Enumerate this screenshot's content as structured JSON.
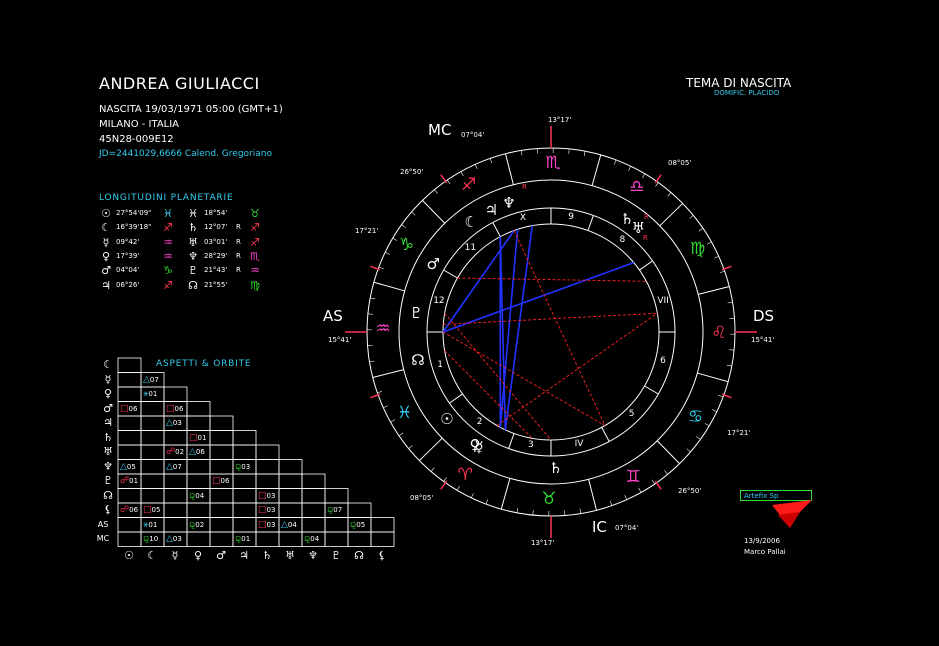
{
  "header": {
    "name": "ANDREA GIULIACCI",
    "birth": "NASCITA 19/03/1971 05:00 (GMT+1)",
    "place": "MILANO - ITALIA",
    "coords": "45N28-009E12",
    "jd": "JD=2441029,6666  Calend. Gregoriano"
  },
  "chart_header": {
    "title": "TEMA DI NASCITA",
    "house_system": "DOMIFIC. PLACIDO"
  },
  "longitudes": {
    "title": "LONGITUDINI PLANETARIE",
    "left": [
      {
        "planet": "sun-icon",
        "glyph": "☉",
        "value": "27°54'09\"",
        "sign": "♓",
        "color": "#33ccee"
      },
      {
        "planet": "moon-icon",
        "glyph": "☾",
        "value": "16°39'18\"",
        "sign": "♐",
        "color": "#ff3355"
      },
      {
        "planet": "mercury-icon",
        "glyph": "☿",
        "value": "09°42'",
        "sign": "♒",
        "color": "#ff44cc"
      },
      {
        "planet": "venus-icon",
        "glyph": "♀",
        "value": "17°39'",
        "sign": "♒",
        "color": "#ff44cc"
      },
      {
        "planet": "mars-icon",
        "glyph": "♂",
        "value": "04°04'",
        "sign": "♑",
        "color": "#33dd33"
      },
      {
        "planet": "jupiter-icon",
        "glyph": "♃",
        "value": "06°26'",
        "sign": "♐",
        "color": "#ff3355"
      }
    ],
    "right": [
      {
        "planet": "pisces-icon",
        "glyph": "♓",
        "value": "18°54'",
        "retro": "",
        "sign": "♉",
        "color": "#33dd33"
      },
      {
        "planet": "saturn-icon",
        "glyph": "♄",
        "value": "12°07'",
        "retro": "R",
        "sign": "♐",
        "color": "#ff3355"
      },
      {
        "planet": "uranus-icon",
        "glyph": "♅",
        "value": "03°01'",
        "retro": "R",
        "sign": "♐",
        "color": "#ff3355"
      },
      {
        "planet": "neptune-icon",
        "glyph": "♆",
        "value": "28°29'",
        "retro": "R",
        "sign": "♏",
        "color": "#ff44cc"
      },
      {
        "planet": "pluto-icon",
        "glyph": "♇",
        "value": "21°43'",
        "retro": "R",
        "sign": "♒",
        "color": "#ff44cc"
      },
      {
        "planet": "node-icon",
        "glyph": "☊",
        "value": "21°55'",
        "retro": "",
        "sign": "♍",
        "color": "#33dd33"
      }
    ],
    "extra_right": [
      {
        "glyph": "♊"
      },
      {
        "glyph": "☋"
      }
    ]
  },
  "aspects": {
    "title": "ASPETTI & ORBITE",
    "row_labels": [
      "☾",
      "☿",
      "♀",
      "♂",
      "♃",
      "♄",
      "♅",
      "♆",
      "♇",
      "☊",
      "⚸",
      "AS",
      "MC"
    ],
    "col_labels": [
      "☉",
      "☾",
      "☿",
      "♀",
      "♂",
      "♃",
      "♄",
      "♅",
      "♆",
      "♇",
      "☊",
      "⚸"
    ],
    "cells": [
      {
        "r": 1,
        "c": 1,
        "sym": "△",
        "orb": "07",
        "color": "#33ccee"
      },
      {
        "r": 2,
        "c": 1,
        "sym": "⚹",
        "orb": "01",
        "color": "#33ccee"
      },
      {
        "r": 3,
        "c": 0,
        "sym": "□",
        "orb": "06",
        "color": "#ff3355"
      },
      {
        "r": 3,
        "c": 2,
        "sym": "□",
        "orb": "06",
        "color": "#ff3355"
      },
      {
        "r": 4,
        "c": 2,
        "sym": "△",
        "orb": "03",
        "color": "#33ccee"
      },
      {
        "r": 5,
        "c": 3,
        "sym": "□",
        "orb": "01",
        "color": "#ff3355"
      },
      {
        "r": 6,
        "c": 2,
        "sym": "☍",
        "orb": "02",
        "color": "#ff3355"
      },
      {
        "r": 6,
        "c": 3,
        "sym": "△",
        "orb": "06",
        "color": "#33ccee"
      },
      {
        "r": 7,
        "c": 0,
        "sym": "△",
        "orb": "05",
        "color": "#33ccee"
      },
      {
        "r": 7,
        "c": 2,
        "sym": "△",
        "orb": "07",
        "color": "#33ccee"
      },
      {
        "r": 7,
        "c": 5,
        "sym": "⚼",
        "orb": "03",
        "color": "#33dd33"
      },
      {
        "r": 8,
        "c": 0,
        "sym": "☍",
        "orb": "01",
        "color": "#ff3355"
      },
      {
        "r": 8,
        "c": 4,
        "sym": "□",
        "orb": "06",
        "color": "#ff3355"
      },
      {
        "r": 9,
        "c": 3,
        "sym": "⚼",
        "orb": "04",
        "color": "#33dd33"
      },
      {
        "r": 9,
        "c": 6,
        "sym": "□",
        "orb": "03",
        "color": "#ff3355"
      },
      {
        "r": 10,
        "c": 0,
        "sym": "☍",
        "orb": "06",
        "color": "#ff3355"
      },
      {
        "r": 10,
        "c": 1,
        "sym": "□",
        "orb": "05",
        "color": "#ff3355"
      },
      {
        "r": 10,
        "c": 6,
        "sym": "□",
        "orb": "03",
        "color": "#ff3355"
      },
      {
        "r": 10,
        "c": 9,
        "sym": "⚼",
        "orb": "07",
        "color": "#33dd33"
      },
      {
        "r": 11,
        "c": 1,
        "sym": "⚹",
        "orb": "01",
        "color": "#33ccee"
      },
      {
        "r": 11,
        "c": 3,
        "sym": "⚼",
        "orb": "02",
        "color": "#33dd33"
      },
      {
        "r": 11,
        "c": 6,
        "sym": "□",
        "orb": "03",
        "color": "#ff3355"
      },
      {
        "r": 11,
        "c": 7,
        "sym": "△",
        "orb": "04",
        "color": "#33ccee"
      },
      {
        "r": 11,
        "c": 10,
        "sym": "⚼",
        "orb": "05",
        "color": "#33dd33"
      },
      {
        "r": 12,
        "c": 1,
        "sym": "⚼",
        "orb": "10",
        "color": "#33dd33"
      },
      {
        "r": 12,
        "c": 2,
        "sym": "△",
        "orb": "03",
        "color": "#33ccee"
      },
      {
        "r": 12,
        "c": 5,
        "sym": "⚼",
        "orb": "01",
        "color": "#33dd33"
      },
      {
        "r": 12,
        "c": 8,
        "sym": "⚼",
        "orb": "04",
        "color": "#33dd33"
      }
    ]
  },
  "wheel": {
    "labels": {
      "as": "AS",
      "ds": "DS",
      "mc": "MC",
      "ic": "IC"
    },
    "degrees": {
      "as": "15°41'",
      "ds": "15°41'",
      "mc_top": "13°17'",
      "ic_bottom": "13°17'",
      "d1": "07°04'",
      "d2": "08°05'",
      "d3": "26°50'",
      "d4": "17°21'",
      "d5": "17°21'",
      "d6": "26°50'",
      "d7": "08°05'",
      "d8": "07°04'"
    },
    "houses": [
      "1",
      "2",
      "3",
      "IV",
      "5",
      "6",
      "VII",
      "8",
      "9",
      "X",
      "11",
      "12"
    ],
    "signs": [
      {
        "g": "♒",
        "color": "#ff44cc"
      },
      {
        "g": "♑",
        "color": "#33dd33"
      },
      {
        "g": "♐",
        "color": "#ff3355"
      },
      {
        "g": "♏",
        "color": "#ff44cc"
      },
      {
        "g": "♎",
        "color": "#ff44cc"
      },
      {
        "g": "♍",
        "color": "#33dd33"
      },
      {
        "g": "♌",
        "color": "#ff3355"
      },
      {
        "g": "♋",
        "color": "#33ccee"
      },
      {
        "g": "♊",
        "color": "#ff44cc"
      },
      {
        "g": "♉",
        "color": "#33dd33"
      },
      {
        "g": "♈",
        "color": "#ff3355"
      },
      {
        "g": "♓",
        "color": "#33ccee"
      }
    ],
    "planets": [
      "☾",
      "♃",
      "♆",
      "♄",
      "♅",
      "♇",
      "☊",
      "♂",
      "☉",
      "☿",
      "♄",
      "♀"
    ],
    "retro_mark": "R"
  },
  "credits": {
    "software": "Artefix Sp",
    "date": "13/9/2006",
    "author": "Marco Pallai"
  }
}
